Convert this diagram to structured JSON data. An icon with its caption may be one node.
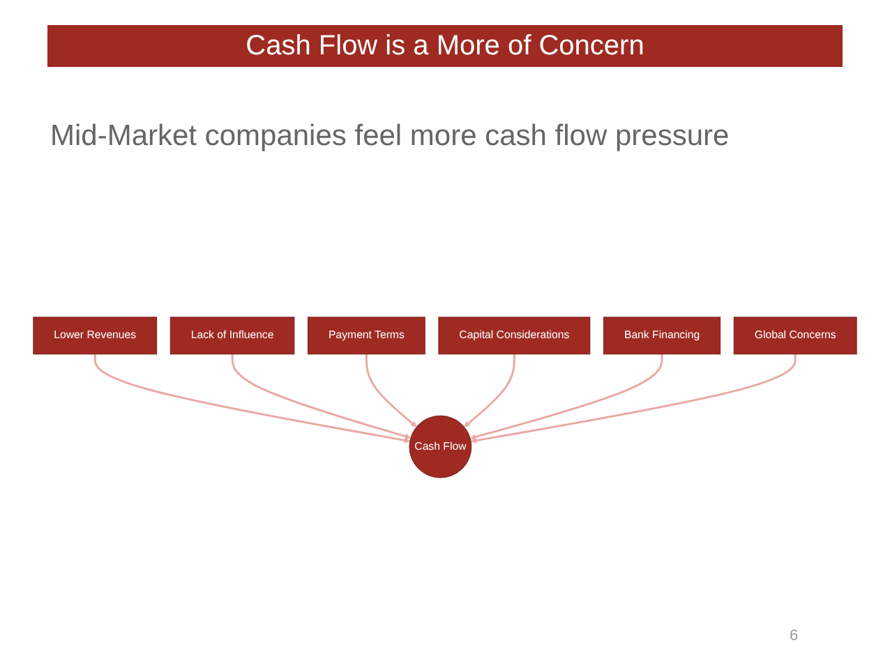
{
  "diagram": {
    "title": "Cash Flow is a More of Concern",
    "nodes": [
      {
        "text": [
          "Cash Flow"
        ]
      },
      {
        "text": [
          "Lower Revenues"
        ]
      },
      {
        "text": [
          "Lack of Influence"
        ]
      },
      {
        "text": [
          "Payment Terms"
        ]
      },
      {
        "text": [
          "Capital Considerations"
        ]
      },
      {
        "text": [
          "Bank Financing"
        ]
      },
      {
        "text": [
          "Global Concerns"
        ]
      }
    ],
    "edges": [
      {
        "from": 1,
        "to": 0,
        "arrow": "to"
      },
      {
        "from": 2,
        "to": 0,
        "arrow": "to"
      },
      {
        "from": 3,
        "to": 0,
        "arrow": "to"
      },
      {
        "from": 4,
        "to": 0,
        "arrow": "to"
      },
      {
        "from": 5,
        "to": 0,
        "arrow": "to"
      },
      {
        "from": 6,
        "to": 0,
        "arrow": "to"
      }
    ],
    "labels": [
      "Mid-Market companies feel more cash flow pressure",
      "6"
    ]
  }
}
